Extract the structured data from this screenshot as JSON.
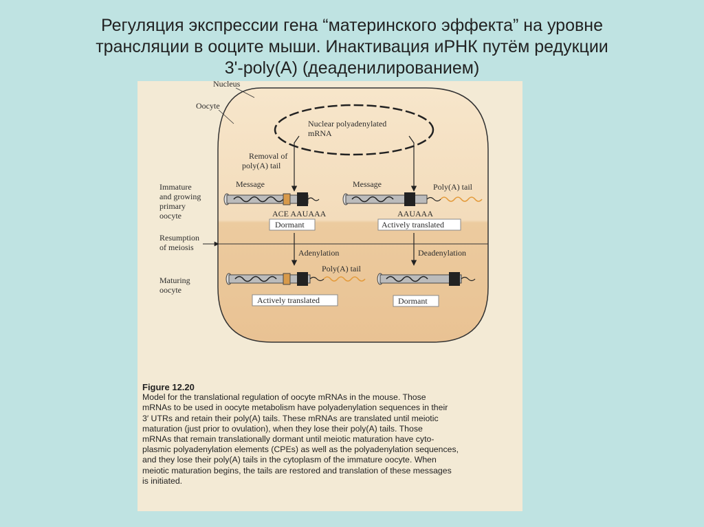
{
  "slide": {
    "title_lines": [
      "Регуляция экспрессии гена “материнского эффекта” на уровне",
      "трансляции в ооците мыши. Инактивация иРНК путём редукции",
      "3'-poly(A) (деаденилированием)"
    ]
  },
  "figure": {
    "labels": {
      "nucleus": "Nucleus",
      "oocyte": "Oocyte",
      "nuclear_mrna_line1": "Nuclear polyadenylated",
      "nuclear_mrna_line2": "mRNA",
      "removal_line1": "Removal of",
      "removal_line2": "poly(A) tail",
      "message_left": "Message",
      "message_right": "Message",
      "polya_tail_top": "Poly(A) tail",
      "ace_aauaaa": "ACE  AAUAAA",
      "aauaaa": "AAUAAA",
      "dormant_top": "Dormant",
      "actively_translated_top": "Actively translated",
      "adenylation": "Adenylation",
      "deadenylation": "Deadenylation",
      "polya_tail_bottom": "Poly(A) tail",
      "actively_translated_bottom": "Actively translated",
      "dormant_bottom": "Dormant"
    },
    "stages": {
      "immature": [
        "Immature",
        "and growing",
        "primary",
        "oocyte"
      ],
      "resumption": [
        "Resumption",
        "of meiosis"
      ],
      "maturing": [
        "Maturing",
        "oocyte"
      ]
    },
    "caption": {
      "figure_number": "Figure 12.20",
      "lines": [
        "Model for the translational regulation of oocyte mRNAs in the mouse. Those",
        "mRNAs to be used in oocyte metabolism have polyadenylation sequences in their",
        "3′ UTRs and retain their poly(A) tails. These mRNAs are translated until meiotic",
        "maturation (just prior to ovulation), when they lose their poly(A) tails. Those",
        "mRNAs that remain translationally dormant until meiotic maturation have cyto-",
        "plasmic polyadenylation elements (CPEs) as well as the polyadenylation sequences,",
        "and they lose their poly(A) tails in the cytoplasm of the immature oocyte. When",
        "meiotic maturation begins, the tails are restored and translation of these messages",
        "is initiated."
      ]
    }
  },
  "colors": {
    "background": "#bfe3e2",
    "cell_fill_top": "#f6e3c6",
    "cell_fill_bottom": "#ecc597",
    "tail_orange": "#e39a3a"
  }
}
